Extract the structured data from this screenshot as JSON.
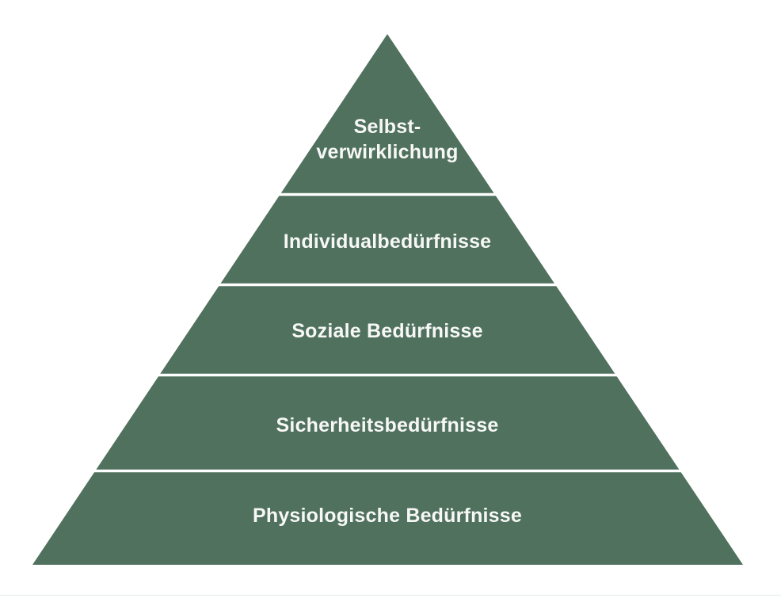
{
  "colors": {
    "background": "#ffffff",
    "pyramid_fill": "#4f715d",
    "divider": "#ffffff",
    "label_text": "#f7f8f6",
    "footer_hairline": "#ebedf0"
  },
  "pyramid": {
    "type": "pyramid-diagram",
    "levels": [
      {
        "lines": [
          "Selbst-",
          "verwirklichung"
        ]
      },
      {
        "lines": [
          "Individualbedürfnisse"
        ]
      },
      {
        "lines": [
          "Soziale Bedürfnisse"
        ]
      },
      {
        "lines": [
          "Sicherheitsbedürfnisse"
        ]
      },
      {
        "lines": [
          "Physiologische Bedürfnisse"
        ]
      }
    ]
  }
}
